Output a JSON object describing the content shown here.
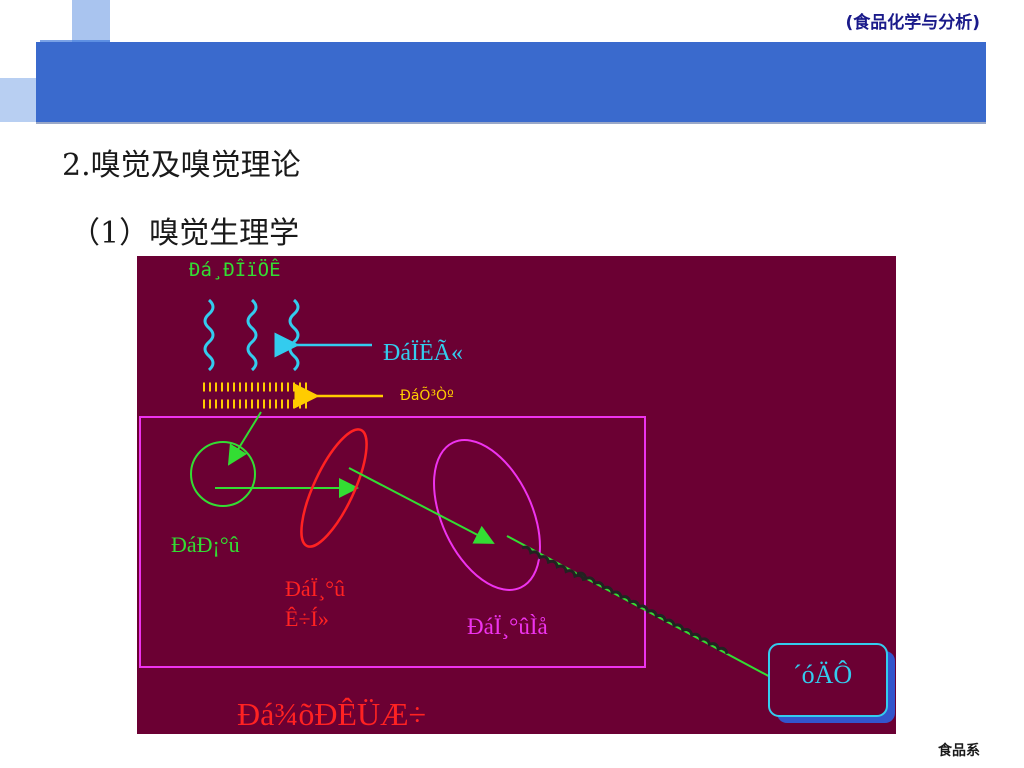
{
  "header": {
    "course_title": "(食品化学与分析)"
  },
  "slide": {
    "heading": "2.嗅觉及嗅觉理论",
    "subheading": "（1）嗅觉生理学"
  },
  "diagram": {
    "label_cilia": "Ðá¸ÐÎïÖÊ",
    "label_mucus": "ÐáÏËÃ«",
    "label_receptor_layer": "ÐáÕ³Òº",
    "label_cell": "ÐáÐ¡°û",
    "label_receptor_cell_line1": "ÐáÏ¸°û",
    "label_receptor_cell_line2": "Ê÷Í»",
    "label_axon": "ÐáÏ¸°ûÌå",
    "label_brain": "´óÄÔ",
    "label_bottom": "Ðá¾õÐÊÜÆ÷",
    "colors": {
      "background": "#6b0033",
      "cyan": "#33ccee",
      "yellow": "#ffcc00",
      "green": "#33dd33",
      "red": "#ff2222",
      "magenta": "#ee33ee"
    }
  },
  "footer": {
    "dept": "食品系"
  }
}
